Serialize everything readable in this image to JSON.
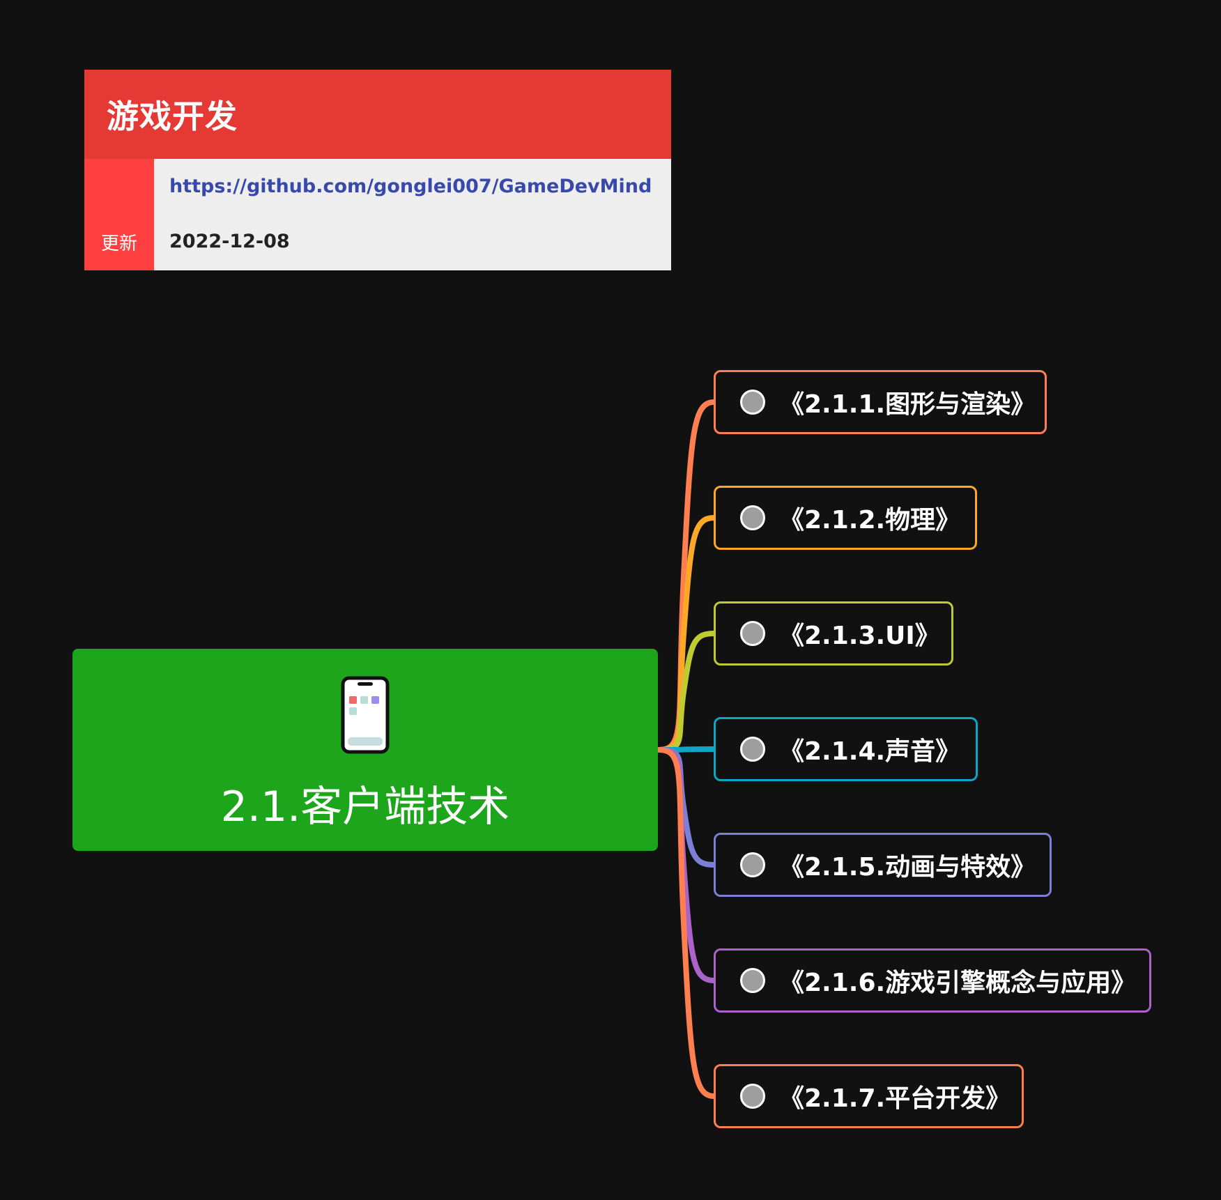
{
  "info_card": {
    "title": "游戏开发",
    "link": "https://github.com/gonglei007/GameDevMind",
    "update_label": "更新",
    "date": "2022-12-08"
  },
  "central_node": {
    "icon": "mobile-phone-icon",
    "title": "2.1.客户端技术",
    "color": "#1da61b"
  },
  "children": [
    {
      "label": "《2.1.1.图形与渲染》",
      "color": "#ff7f50"
    },
    {
      "label": "《2.1.2.物理》",
      "color": "#ffa726"
    },
    {
      "label": "《2.1.3.UI》",
      "color": "#c0ca33"
    },
    {
      "label": "《2.1.4.声音》",
      "color": "#0ea5c6"
    },
    {
      "label": "《2.1.5.动画与特效》",
      "color": "#7b7fd6"
    },
    {
      "label": "《2.1.6.游戏引擎概念与应用》",
      "color": "#ab63c8"
    },
    {
      "label": "《2.1.7.平台开发》",
      "color": "#ff7f50"
    }
  ]
}
